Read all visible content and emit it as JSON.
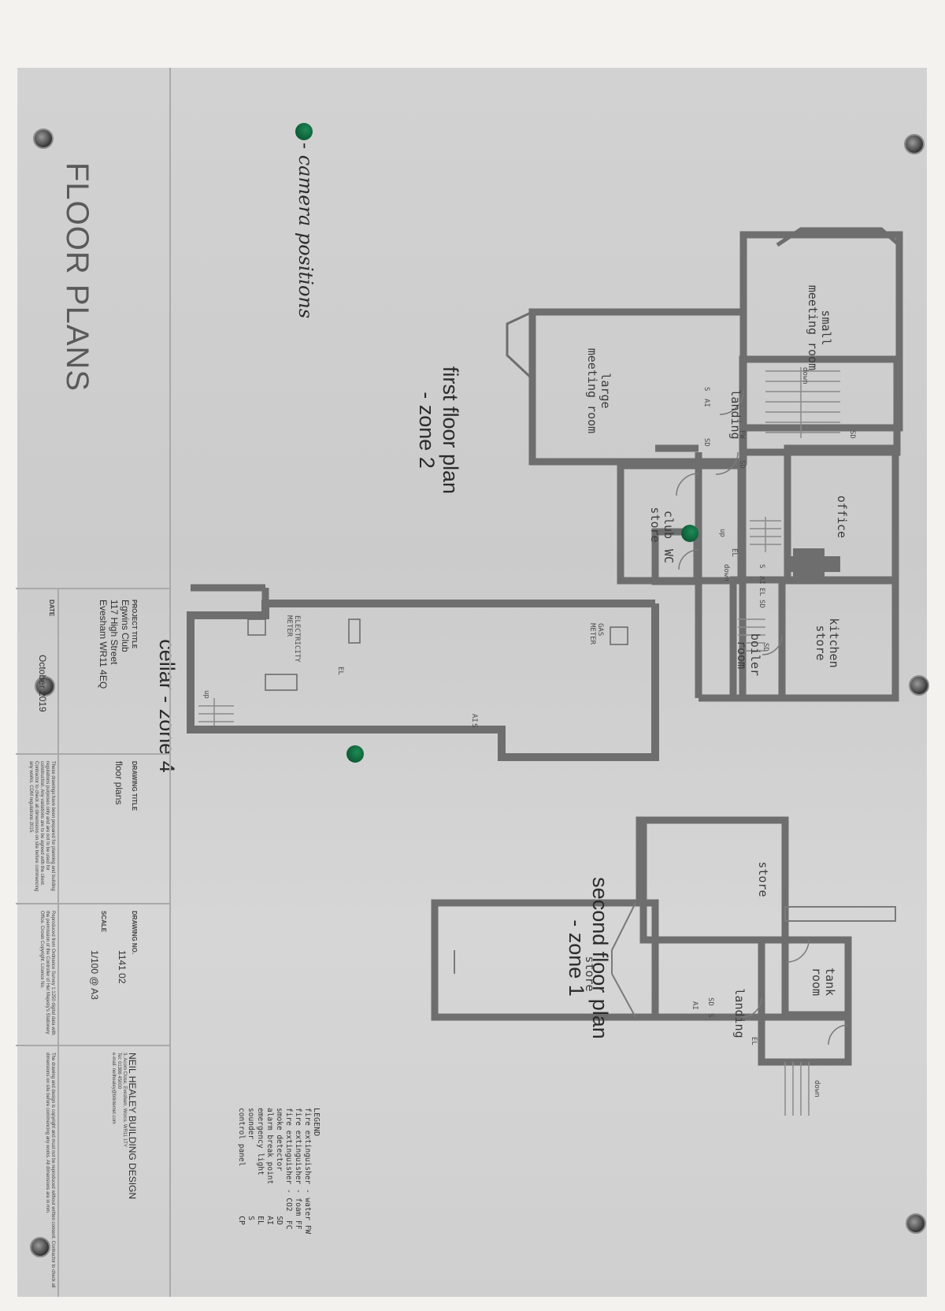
{
  "sheet_title": "FLOOR PLANS",
  "legend_note": {
    "marker": "camera-position-marker",
    "text": "- camera positions",
    "marker_color": "#0f6b3e"
  },
  "plans": {
    "first_floor": {
      "label": "first floor plan\n- zone 2",
      "rooms": {
        "small_meeting_room": "small\nmeeting room",
        "large_meeting_room": "large\nmeeting room",
        "landing": "landing",
        "club_store": "club\nstore",
        "office": "office",
        "wc": "WC",
        "kitchen_store": "kitchen\nstore",
        "boiler_room": "boiler\nroom"
      },
      "symbols": [
        "S",
        "AI",
        "SD",
        "FW",
        "SD",
        "SD",
        "S",
        "AI",
        "EL",
        "SD",
        "EL",
        "SD"
      ],
      "stairs": [
        "down",
        "up",
        "down"
      ]
    },
    "cellar": {
      "label": "cellar - zone 4",
      "labels": {
        "electricity_meter": "ELECTRICITY\nMETER",
        "gas_meter": "GAS\nMETER",
        "el": "EL",
        "ai": "AI",
        "s": "S",
        "up": "up"
      }
    },
    "second_floor": {
      "label": "second floor plan\n- zone 1",
      "rooms": {
        "store_upper": "store",
        "store_lower": "store",
        "landing": "landing",
        "tank_room": "tank\nroom"
      },
      "symbols": {
        "sd": "SD",
        "ai": "AI",
        "s": "S",
        "el": "EL",
        "down": "down"
      }
    }
  },
  "legend": {
    "title": "LEGEND",
    "rows": [
      "fire extinguisher - water FW",
      "fire extinguisher - foam FF",
      "fire extinguisher - CO2  FC",
      "smoke detector          SD",
      "alarm break point       AI",
      "emergency light         EL",
      "sounder                 S",
      "control panel           CP"
    ]
  },
  "title_block": {
    "project_title_label": "PROJECT TITLE",
    "project_title": "Egwins Club\n117 High Street\nEvesham WR11 4EQ",
    "date_label": "DATE",
    "date": "October 2019",
    "drawing_title_label": "DRAWING TITLE",
    "drawing_title": "floor plans",
    "drawing_note": "These drawings have been prepared for planning and building regulations purposes only and are not to be used for construction. Any variations are to be agreed with the client. Contractor to check all dimensions on site before commencing any works. CDM regulations 2015.",
    "drawing_no_label": "DRAWING NO.",
    "drawing_no": "1141 02",
    "scale_label": "SCALE",
    "scale": "1/100 @ A3",
    "copyright_note": "Reproduced from Ordnance Survey 1:1250 digital data with the permission of the Controller of Her Majesty's Stationery Office. Crown Copyright. Licence No.",
    "firm_name": "NEIL HEALEY BUILDING DESIGN",
    "firm_address": "3, Acorn Close, Evesham, Worcs. WR11 1TY",
    "firm_tel": "Tel: 01386 45000",
    "firm_email": "e-mail: neilhealey@btinternet.com",
    "firm_note": "The drawing and design is copyright and must not be reproduced without written consent. Contractor to check all dimensions on site before commencing any works. All dimensions are in mm."
  },
  "colors": {
    "wall": "#6e6e6e",
    "camera_marker": "#0f6b3e",
    "sheet": "#cfcfcf"
  }
}
